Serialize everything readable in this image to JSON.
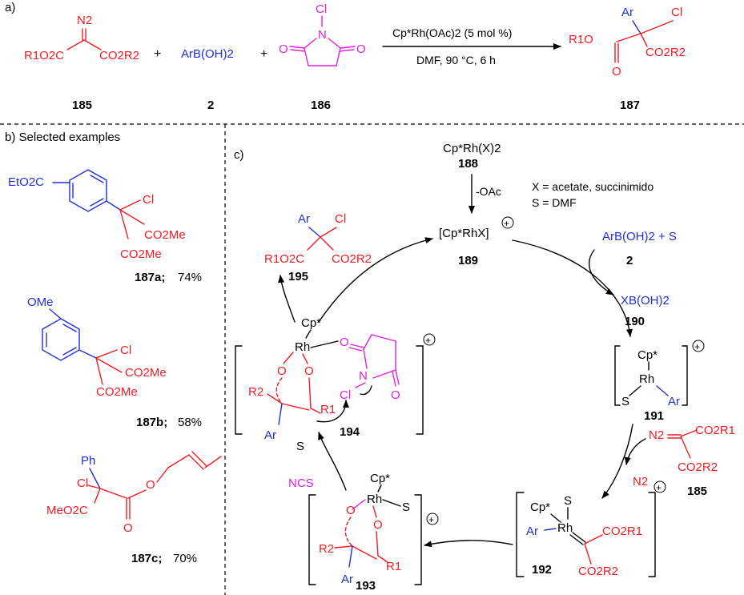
{
  "panel_a": {
    "label": "a)",
    "diazo": {
      "n2": "N2",
      "left": "R1O2C",
      "right": "CO2R2",
      "id": "185"
    },
    "plus1": "+",
    "boronic": {
      "text": "ArB(OH)2",
      "id": "2"
    },
    "plus2": "+",
    "ncs": {
      "cl": "Cl",
      "n": "N",
      "o1": "O",
      "o2": "O",
      "id": "186"
    },
    "reagent": "Cp*Rh(OAc)2 (5 mol %)",
    "conditions": "DMF, 90 °C, 6 h",
    "product": {
      "ar": "Ar",
      "cl": "Cl",
      "left": "R1O",
      "o": "O",
      "right": "CO2R2",
      "id": "187"
    }
  },
  "panel_b": {
    "label": "b) Selected examples",
    "ex_a": {
      "sub": "EtO2C",
      "cl": "Cl",
      "co2me_1": "CO2Me",
      "co2me_2": "CO2Me",
      "id": "187a;",
      "yield": "74%"
    },
    "ex_b": {
      "sub": "OMe",
      "cl": "Cl",
      "co2me_1": "CO2Me",
      "co2me_2": "CO2Me",
      "id": "187b;",
      "yield": "58%"
    },
    "ex_c": {
      "ph": "Ph",
      "cl": "Cl",
      "meo2c": "MeO2C",
      "o_ester": "O",
      "o_carbonyl": "O",
      "id": "187c;",
      "yield": "70%"
    }
  },
  "panel_c": {
    "label": "c)",
    "cp_rh_x2": "Cp*Rh(X)2",
    "id_188": "188",
    "minus_oac": "-OAc",
    "legend_x": "X = acetate, succinimido",
    "legend_s": "S = DMF",
    "cation_189": "[Cp*RhX]",
    "id_189": "189",
    "reagent_2": "ArB(OH)2 + S",
    "id_2": "2",
    "byproduct": "XB(OH)2",
    "id_190": "190",
    "int_191": {
      "cp": "Cp*",
      "rh": "Rh",
      "s": "S",
      "ar": "Ar",
      "id": "191"
    },
    "diazo_185": {
      "n2": "N2",
      "co2r1": "CO2R1",
      "co2r2": "CO2R2",
      "id": "185"
    },
    "n2_out": "N2",
    "int_192": {
      "cp": "Cp*",
      "s": "S",
      "ar": "Ar",
      "rh": "Rh",
      "co2r1": "CO2R1",
      "co2r2": "CO2R2",
      "id": "192"
    },
    "int_193": {
      "cp": "Cp*",
      "rh": "Rh",
      "s": "S",
      "o1": "O",
      "o2": "O",
      "r2": "R2",
      "r1": "R1",
      "ar": "Ar",
      "id": "193"
    },
    "ncs_in": "NCS",
    "s_out": "S",
    "int_194": {
      "cp": "Cp*",
      "rh": "Rh",
      "o1": "O",
      "o2": "O",
      "o3": "O",
      "o4": "O",
      "n": "N",
      "cl": "Cl",
      "r2": "R2",
      "r1": "R1",
      "ar": "Ar",
      "id": "194"
    },
    "product_195": {
      "ar": "Ar",
      "cl": "Cl",
      "left": "R1O2C",
      "right": "CO2R2",
      "id": "195"
    },
    "charge": "+"
  }
}
